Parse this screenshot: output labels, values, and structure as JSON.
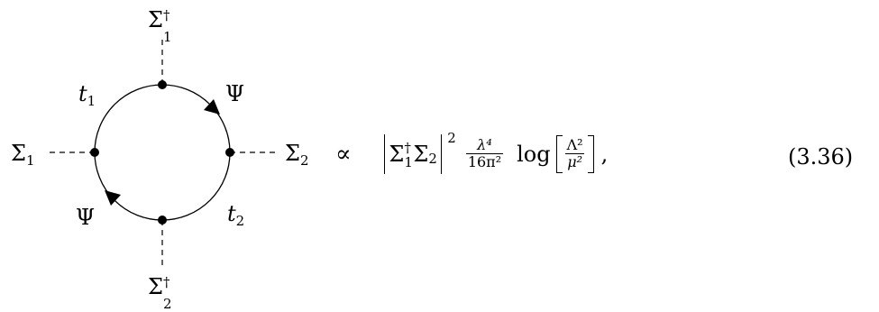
{
  "diagram": {
    "labels": {
      "top_base": "Σ",
      "top_sup": "†",
      "top_sub": "1",
      "bottom_base": "Σ",
      "bottom_sup": "†",
      "bottom_sub": "2",
      "left_base": "Σ",
      "left_sub": "1",
      "right_base": "Σ",
      "right_sub": "2",
      "t1_base": "t",
      "t1_sub": "1",
      "t2_base": "t",
      "t2_sub": "2",
      "psi_upper": "Ψ",
      "psi_lower": "Ψ"
    }
  },
  "relation": "∝",
  "equation": {
    "sigma1": "Σ",
    "sigma1_sup": "†",
    "sigma1_sub": "1",
    "sigma2": "Σ",
    "sigma2_sub": "2",
    "abs_power": "2",
    "frac_num": "λ⁴",
    "frac_den": "16π²",
    "log": "log",
    "log_num": "Λ²",
    "log_den": "μ²",
    "comma": ","
  },
  "equation_number": "(3.36)"
}
